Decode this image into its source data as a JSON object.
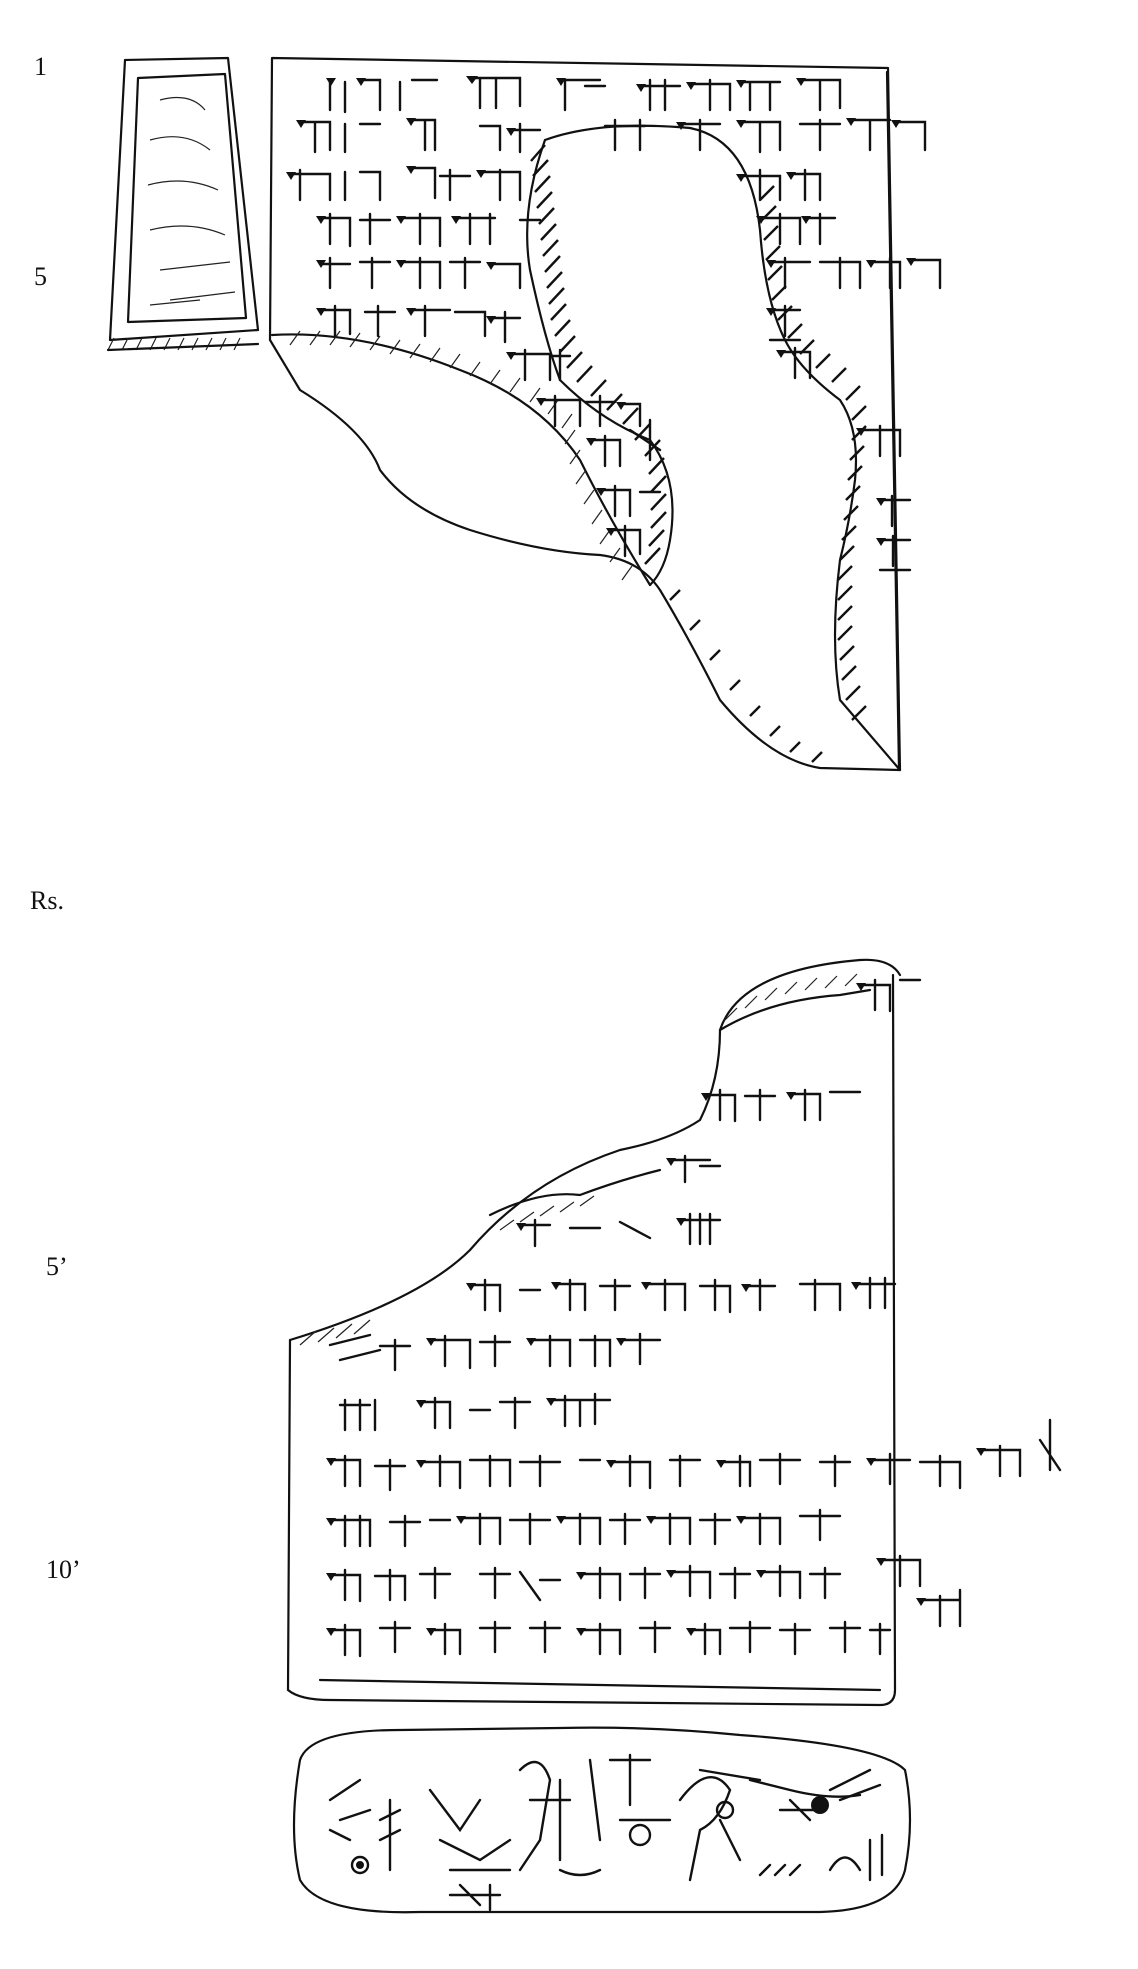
{
  "obverse": {
    "line_numbers": [
      "1",
      "5"
    ]
  },
  "reverse": {
    "side_label": "Rs.",
    "line_numbers": [
      "5’",
      "10’"
    ]
  },
  "colors": {
    "ink": "#111111",
    "paper": "#ffffff"
  }
}
